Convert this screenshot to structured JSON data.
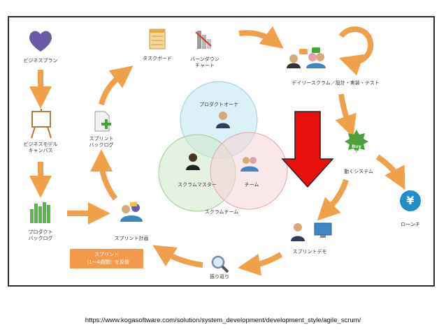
{
  "source_url": "https://www.kogasoftware.com/solution/system_development/development_style/agile_scrum/",
  "labels": {
    "business_plan": "ビジネスプラン",
    "business_model_canvas": "ビジネスモデル\nキャンバス",
    "product_backlog": "プロダクト\nバックログ",
    "task_board": "タスクボード",
    "burndown_chart": "バーンダウン\nチャート",
    "daily_scrum": "デイリースクラム／設計・実装・テスト",
    "sprint_backlog": "スプリント\nバックログ",
    "working_system": "動くシステム",
    "launch": "ローンチ",
    "sprint_planning": "スプリント計画",
    "sprint_demo": "スプリントデモ",
    "retrospective": "振り返り",
    "product_owner": "プロダクトオーナ",
    "scrum_master": "スクラムマスター",
    "team": "チーム",
    "scrum_team": "スクラムチーム",
    "buy_now": "Buy\nNow",
    "yen": "¥"
  },
  "sprint_badge": {
    "line1": "スプリント",
    "line2": "（1～4週間）を反復"
  },
  "colors": {
    "arrow_orange": "#f0a04b",
    "red_arrow": "#e8100c",
    "circle_blue": "#bfe3f0",
    "circle_green": "#cfe8c8",
    "circle_pink": "#f6d3d8",
    "heart_purple": "#6a5aa8",
    "yen_blue": "#1e8fc8",
    "buy_green": "#4aa23a"
  },
  "icons": [
    "heart-icon",
    "easel-icon",
    "bar-chart-icon",
    "notepad-icon",
    "burndown-icon",
    "people-chat-icon",
    "cycle-arrow-icon",
    "document-plus-icon",
    "buy-now-icon",
    "yen-icon",
    "people-meeting-icon",
    "presenter-icon",
    "magnifier-icon",
    "person-icon"
  ]
}
